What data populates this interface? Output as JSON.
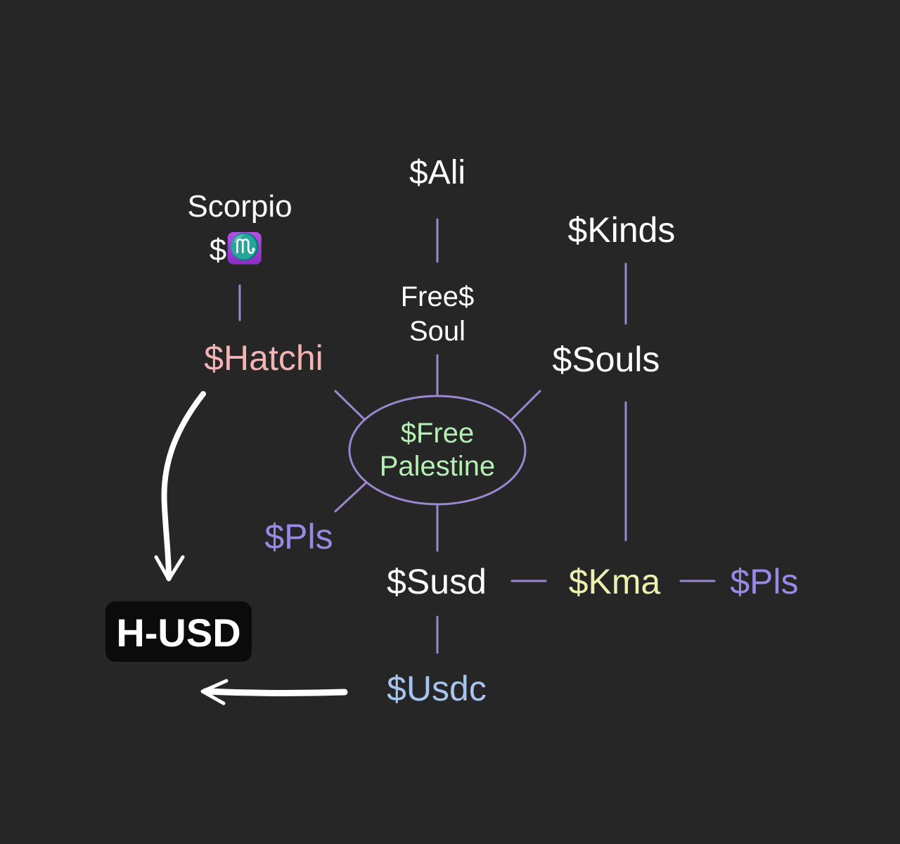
{
  "colors": {
    "background": "#262626",
    "line": "#9b86cf",
    "text_white": "#ffffff",
    "hatchi": "#f4b4b4",
    "free_palestine": "#b4f0b4",
    "pls": "#9a88e6",
    "kma": "#eef0b0",
    "usdc": "#a6c4f0",
    "arrow": "#ffffff",
    "hbox_bg": "#0b0b0b",
    "zodiac_bg": "#a23fd8"
  },
  "nodes": {
    "ali": "$Ali",
    "scorpio": "Scorpio",
    "scorpio_dollar": "$",
    "scorpio_glyph": "♏",
    "kinds": "$Kinds",
    "free_soul_line1": "Free$",
    "free_soul_line2": "Soul",
    "hatchi": "$Hatchi",
    "souls": "$Souls",
    "center_line1": "$Free",
    "center_line2": "Palestine",
    "pls_left": "$Pls",
    "susd": "$Susd",
    "kma": "$Kma",
    "pls_right": "$Pls",
    "usdc": "$Usdc",
    "h_usd": "H-USD"
  },
  "icons": {
    "zodiac": "scorpio-zodiac-icon",
    "arrow_down": "curved-arrow-down-icon",
    "arrow_left": "arrow-left-icon"
  }
}
